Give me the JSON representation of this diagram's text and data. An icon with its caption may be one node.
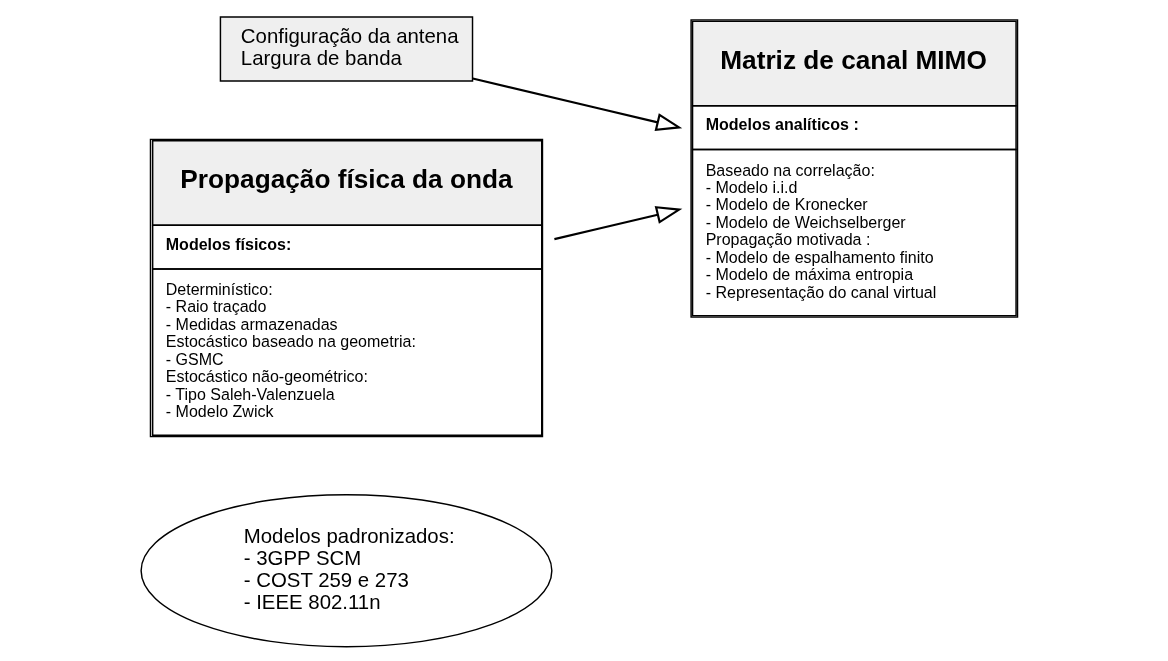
{
  "diagram": {
    "nodes": [
      {
        "text": [
          "Configuração da antena",
          "Largura de banda"
        ]
      },
      {
        "text": [
          "Propagação física da onda",
          "Modelos físicos:",
          "Determinístico:",
          "- Raio traçado",
          "- Medidas armazenadas",
          "Estocástico baseado na geometria:",
          "- GSMC",
          "Estocástico não-geométrico:",
          "- Tipo Saleh-Valenzuela",
          "- Modelo Zwick"
        ]
      },
      {
        "text": [
          "Matriz de canal MIMO",
          "Modelos analíticos :",
          "Baseado na correlação:",
          "- Modelo i.i.d",
          "- Modelo de Kronecker",
          "- Modelo de Weichselberger",
          "Propagação motivada :",
          "- Modelo de espalhamento finito",
          "- Modelo de máxima entropia",
          "- Representação do canal virtual"
        ]
      },
      {
        "text": [
          "Modelos padronizados:",
          "- 3GPP SCM",
          "- COST 259 e 273",
          "- IEEE 802.11n"
        ]
      }
    ],
    "edges": [
      {
        "from": 0,
        "to": 2,
        "arrow": "to"
      },
      {
        "from": 1,
        "to": 2,
        "arrow": "to"
      }
    ]
  }
}
